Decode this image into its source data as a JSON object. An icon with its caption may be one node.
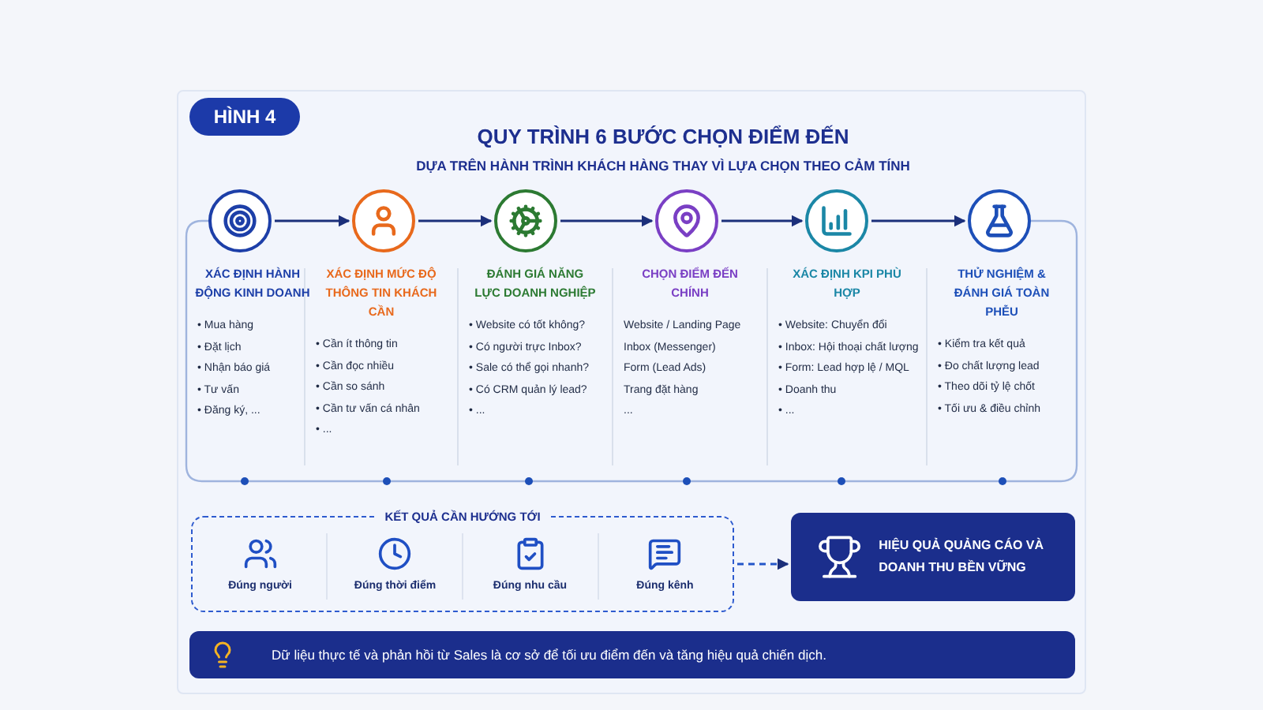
{
  "diagram": {
    "title": "QUY TRÌNH 6 BƯỚC CHỌN ĐIỂM ĐẾN",
    "nodes": [
      {
        "text": [
          "HÌNH 4"
        ]
      },
      {
        "text": [],
        "shape": "circle",
        "beside": [
          "XÁC ĐỊNH HÀNH ĐỘNG KINH DOANH",
          "• Mua hàng",
          "• Đặt lịch",
          "• Nhận báo giá",
          "• Tư vấn",
          "• Đăng ký, ..."
        ]
      },
      {
        "text": [],
        "shape": "circle",
        "beside": [
          "XÁC ĐỊNH MỨC ĐỘ THÔNG TIN KHÁCH CẦN",
          "• Cần ít thông tin",
          "• Cần đọc nhiều",
          "• Cần so sánh",
          "• Cần tư vấn cá nhân",
          "• ..."
        ]
      },
      {
        "text": [],
        "shape": "circle",
        "beside": [
          "ĐÁNH GIÁ NĂNG LỰC DOANH NGHIỆP",
          "• Website có tốt không?",
          "• Có người trực Inbox?",
          "• Sale có thể gọi nhanh?",
          "• Có CRM quản lý lead?",
          "• ..."
        ]
      },
      {
        "text": [],
        "shape": "circle",
        "beside": [
          "CHỌN ĐIỂM ĐẾN CHÍNH",
          "Website / Landing Page",
          "Inbox (Messenger)",
          "Form (Lead Ads)",
          "Trang đặt hàng",
          "..."
        ]
      },
      {
        "text": [],
        "shape": "circle",
        "beside": [
          "XÁC ĐỊNH KPI PHÙ HỢP",
          "• Website: Chuyển đổi",
          "• Inbox: Hội thoại chất lượng",
          "• Form: Lead hợp lệ / MQL",
          "• Doanh thu",
          "• ..."
        ]
      },
      {
        "text": [],
        "shape": "circle",
        "beside": [
          "THỬ NGHIỆM & ĐÁNH GIÁ TOÀN PHỄU",
          "• Kiểm tra kết quả",
          "• Đo chất lượng lead",
          "• Theo dõi tỷ lệ chốt",
          "• Tối ưu & điều chỉnh"
        ]
      },
      {
        "text": [
          "KẾT QUẢ CẦN HƯỚNG TỚI",
          "Đúng người",
          "Đúng thời điểm",
          "Đúng nhu cầu",
          "Đúng kênh"
        ]
      },
      {
        "text": [
          "HIỆU QUẢ QUẢNG CÁO VÀ DOANH THU BỀN VỮNG"
        ]
      },
      {
        "text": [
          "Dữ liệu thực tế và phản hồi từ Sales là cơ sở để tối ưu điểm đến và tăng hiệu quả chiến dịch."
        ]
      }
    ],
    "edges": [
      {
        "from": 1,
        "to": 2,
        "arrow": "to"
      },
      {
        "from": 2,
        "to": 3,
        "arrow": "to"
      },
      {
        "from": 3,
        "to": 4,
        "arrow": "to"
      },
      {
        "from": 4,
        "to": 5,
        "arrow": "to"
      },
      {
        "from": 5,
        "to": 6,
        "arrow": "to"
      },
      {
        "from": 7,
        "to": 8,
        "arrow": "to",
        "style": "dashed"
      }
    ],
    "labels": [
      "DỰA TRÊN HÀNH TRÌNH KHÁCH HÀNG THAY VÌ LỰA CHỌN THEO CẢM TÍNH"
    ]
  }
}
